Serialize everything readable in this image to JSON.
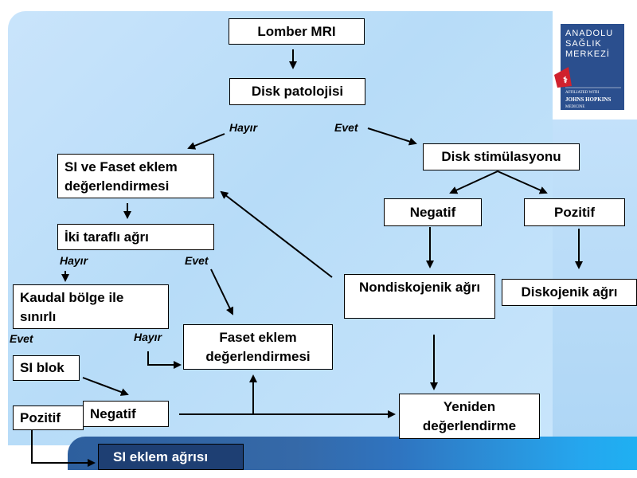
{
  "logo": {
    "lines": [
      "ANADOLU",
      "SAĞLIK",
      "MERKEZİ"
    ],
    "sub1": "AFFILIATED WITH",
    "sub2": "JOHNS HOPKINS",
    "sub3": "MEDICINE",
    "colors": {
      "blue": "#2b4f8e",
      "red": "#d0212d"
    }
  },
  "nodes": {
    "lomber_mri": "Lomber MRI",
    "disk_patolojisi": "Disk patolojisi",
    "si_faset": "SI ve Faset eklem değerlendirmesi",
    "disk_stim": "Disk stimülasyonu",
    "negatif1": "Negatif",
    "pozitif1": "Pozitif",
    "iki_tarafli": "İki taraflı ağrı",
    "nondiskojenik": "Nondiskojenik ağrı",
    "diskojenik": "Diskojenik ağrı",
    "kaudal": "Kaudal bölge ile sınırlı",
    "faset_eklem": "Faset eklem değerlendirmesi",
    "si_blok": "SI blok",
    "yeniden": "Yeniden değerlendirme",
    "pozitif2": "Pozitif",
    "negatif2": "Negatif",
    "si_eklem": "SI eklem ağrısı"
  },
  "labels": {
    "hayir1": "Hayır",
    "evet1": "Evet",
    "hayir2": "Hayır",
    "evet2": "Evet",
    "evet3": "Evet",
    "hayir3": "Hayır"
  }
}
